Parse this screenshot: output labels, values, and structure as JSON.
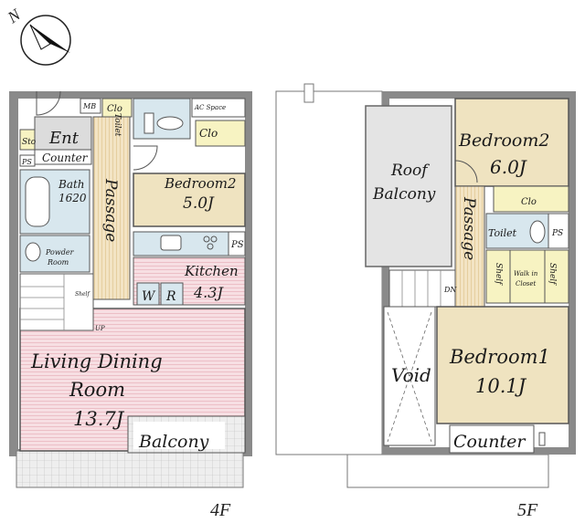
{
  "compass": {
    "north": "N"
  },
  "floor4": {
    "label": "4F",
    "rooms": {
      "mb": "MB",
      "clo_top": "Clo",
      "toilet": "Toilet",
      "ac_space": "AC Space",
      "clo_small": "Clo",
      "sto": "Sto",
      "ent": "Ent",
      "counter": "Counter",
      "ps_left": "PS",
      "bath_name": "Bath",
      "bath_size": "1620",
      "powder_1": "Powder",
      "powder_2": "Room",
      "shelf": "Shelf",
      "passage": "Passage",
      "bedroom_name": "Bedroom2",
      "bedroom_size": "5.0J",
      "ps_kitchen": "PS",
      "kitchen_name": "Kitchen",
      "kitchen_size": "4.3J",
      "w": "W",
      "r": "R",
      "up": "UP",
      "living_1": "Living Dining",
      "living_2": "Room",
      "living_size": "13.7J",
      "balcony": "Balcony"
    }
  },
  "floor5": {
    "label": "5F",
    "rooms": {
      "roof_1": "Roof",
      "roof_2": "Balcony",
      "bedroom2_name": "Bedroom2",
      "bedroom2_size": "6.0J",
      "clo": "Clo",
      "passage": "Passage",
      "toilet": "Toilet",
      "ps": "PS",
      "shelf_left": "Shelf",
      "walkin_1": "Walk in",
      "walkin_2": "Closet",
      "shelf_right": "Shelf",
      "dn": "DN",
      "void": "Void",
      "bedroom1_name": "Bedroom1",
      "bedroom1_size": "10.1J",
      "counter": "Counter"
    }
  },
  "colors": {
    "wall": "#8a8a8a",
    "wood_floor": "#f2e6c8",
    "bedroom": "#efe3c0",
    "wet_area": "#d8e7ee",
    "living": "#f6dde2",
    "closet": "#f7f3c2",
    "roof_balcony": "#e4e4e4",
    "balcony": "#e8e8e8"
  }
}
